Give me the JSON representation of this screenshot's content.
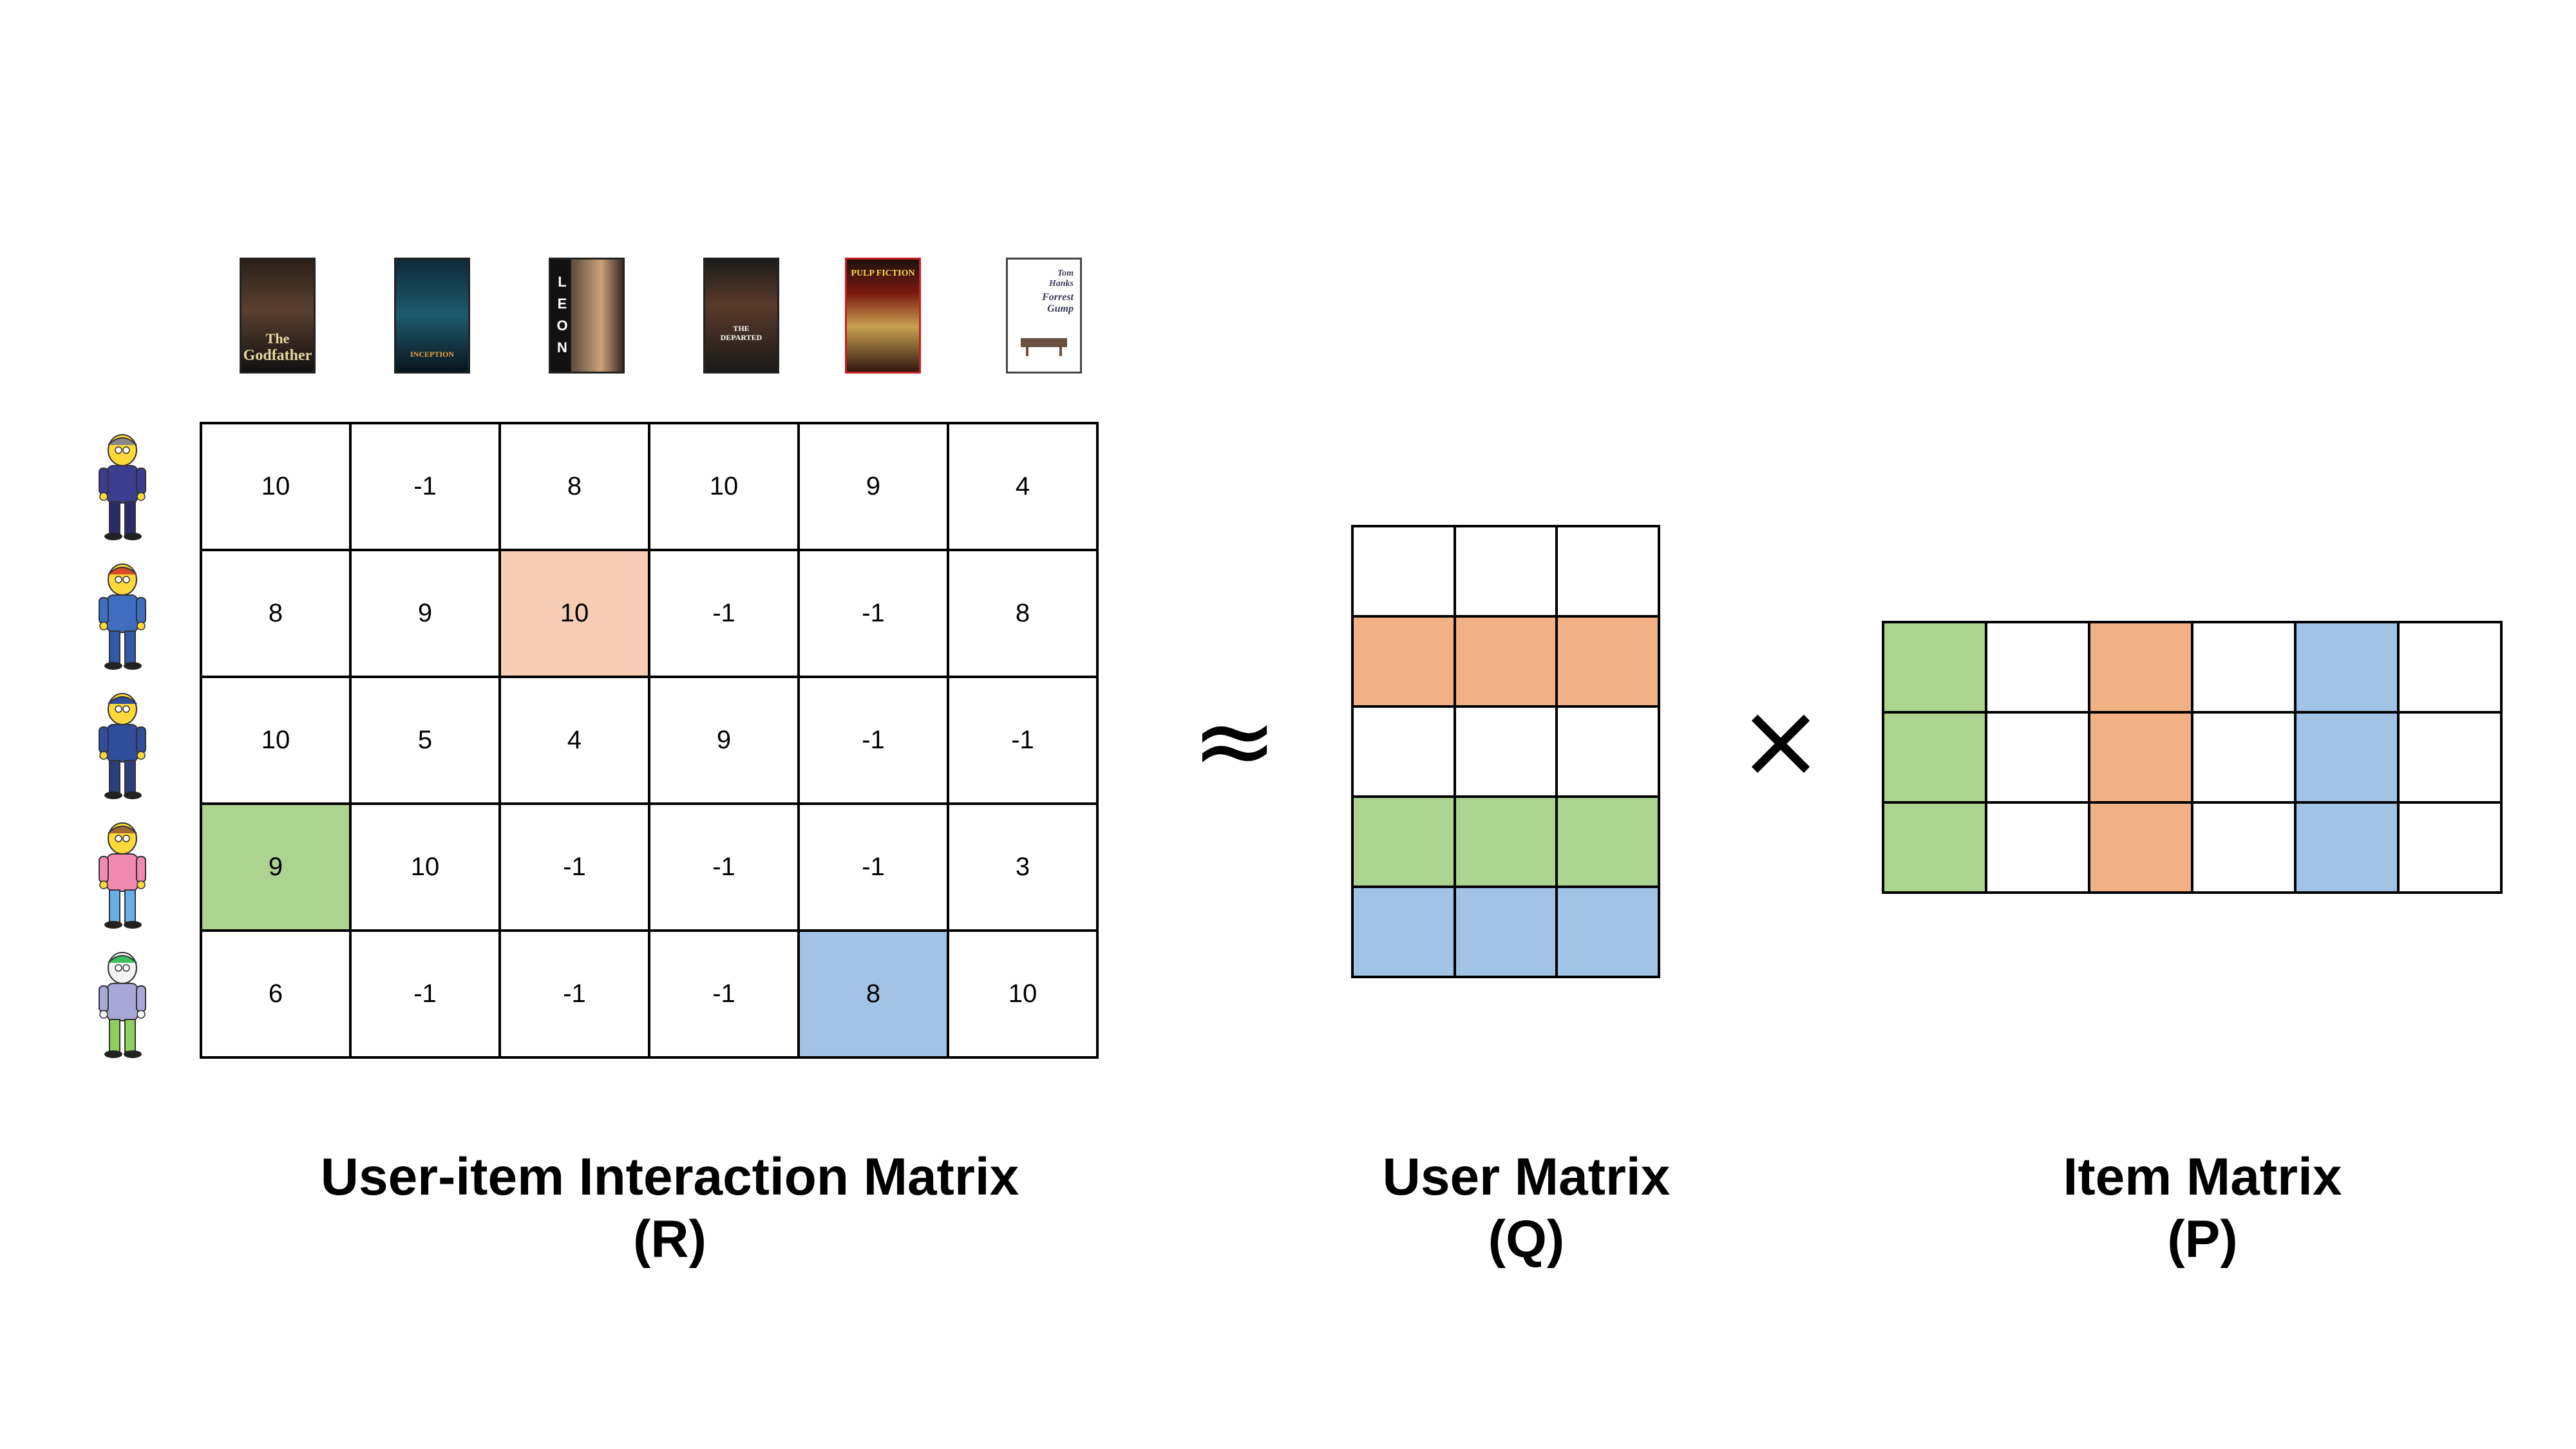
{
  "movies": [
    {
      "icon": "godfather-poster-icon",
      "lines": [
        "The",
        "Godfather"
      ]
    },
    {
      "icon": "inception-poster-icon",
      "lines": [
        "INCEPTION"
      ]
    },
    {
      "icon": "leon-poster-icon",
      "lines": [
        "LEON"
      ]
    },
    {
      "icon": "departed-poster-icon",
      "lines": [
        "THE",
        "DEPARTED"
      ]
    },
    {
      "icon": "pulp-fiction-poster-icon",
      "lines": [
        "PULP FICTION"
      ]
    },
    {
      "icon": "forrest-gump-poster-icon",
      "lines": [
        "Tom",
        "Hanks",
        "Forrest",
        "Gump"
      ]
    }
  ],
  "users": [
    {
      "icon": "user-avatar-1-icon"
    },
    {
      "icon": "user-avatar-2-icon"
    },
    {
      "icon": "user-avatar-3-icon"
    },
    {
      "icon": "user-avatar-4-icon"
    },
    {
      "icon": "user-avatar-5-icon"
    }
  ],
  "ratings": [
    [
      "10",
      "-1",
      "8",
      "10",
      "9",
      "4"
    ],
    [
      "8",
      "9",
      "10",
      "-1",
      "-1",
      "8"
    ],
    [
      "10",
      "5",
      "4",
      "9",
      "-1",
      "-1"
    ],
    [
      "9",
      "10",
      "-1",
      "-1",
      "-1",
      "3"
    ],
    [
      "6",
      "-1",
      "-1",
      "-1",
      "8",
      "10"
    ]
  ],
  "highlights": [
    {
      "row": 1,
      "col": 2,
      "color": "#f7ceb3"
    },
    {
      "row": 3,
      "col": 0,
      "color": "#acd490"
    },
    {
      "row": 4,
      "col": 4,
      "color": "#a1c3e6"
    }
  ],
  "colors": {
    "orange": "#f2b185",
    "orange_light": "#f7ceb3",
    "green": "#acd490",
    "blue": "#a1c3e6",
    "white": "#ffffff"
  },
  "user_matrix_rows": [
    "white",
    "orange",
    "white",
    "green",
    "blue"
  ],
  "item_matrix_cols": [
    "green",
    "white",
    "orange",
    "white",
    "blue",
    "white"
  ],
  "operators": {
    "approx": "≈",
    "times": "×"
  },
  "captions": {
    "r": {
      "line1": "User-item Interaction Matrix",
      "line2": "(R)"
    },
    "q": {
      "line1": "User Matrix",
      "line2": "(Q)"
    },
    "p": {
      "line1": "Item Matrix",
      "line2": "(P)"
    }
  }
}
